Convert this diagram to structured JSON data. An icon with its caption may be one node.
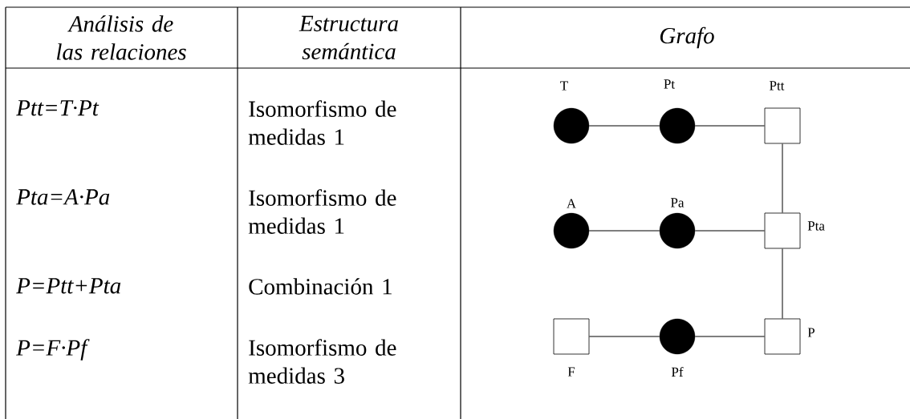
{
  "diagram": {
    "nodes": [
      {
        "text": [],
        "shape": "circle",
        "beside": [
          "T"
        ]
      },
      {
        "text": [],
        "shape": "circle",
        "beside": [
          "Pt"
        ]
      },
      {
        "text": [],
        "shape": "box",
        "beside": [
          "Ptt"
        ]
      },
      {
        "text": [],
        "shape": "circle",
        "beside": [
          "A"
        ]
      },
      {
        "text": [],
        "shape": "circle",
        "beside": [
          "Pa"
        ]
      },
      {
        "text": [],
        "shape": "box",
        "beside": [
          "Pta"
        ]
      },
      {
        "text": [],
        "shape": "box",
        "beside": [
          "F"
        ]
      },
      {
        "text": [],
        "shape": "circle",
        "beside": [
          "Pf"
        ]
      },
      {
        "text": [],
        "shape": "box",
        "beside": [
          "P"
        ]
      }
    ],
    "edges": [
      {
        "from": 0,
        "to": 1,
        "arrow": "none"
      },
      {
        "from": 1,
        "to": 2,
        "arrow": "none"
      },
      {
        "from": 3,
        "to": 4,
        "arrow": "none"
      },
      {
        "from": 4,
        "to": 5,
        "arrow": "none"
      },
      {
        "from": 2,
        "to": 5,
        "arrow": "none"
      },
      {
        "from": 5,
        "to": 8,
        "arrow": "none"
      },
      {
        "from": 6,
        "to": 7,
        "arrow": "none"
      },
      {
        "from": 7,
        "to": 8,
        "arrow": "none"
      }
    ],
    "labels": [
      "Análisis de las relaciones",
      "Estructura semántica",
      "Grafo",
      "Ptt=T·Pt",
      "Isomorfismo de medidas 1",
      "Pta=A·Pa",
      "Isomorfismo de medidas 1",
      "P=Ptt+Pta",
      "Combinación 1",
      "P=F·Pf",
      "Isomorfismo de medidas 3"
    ]
  }
}
